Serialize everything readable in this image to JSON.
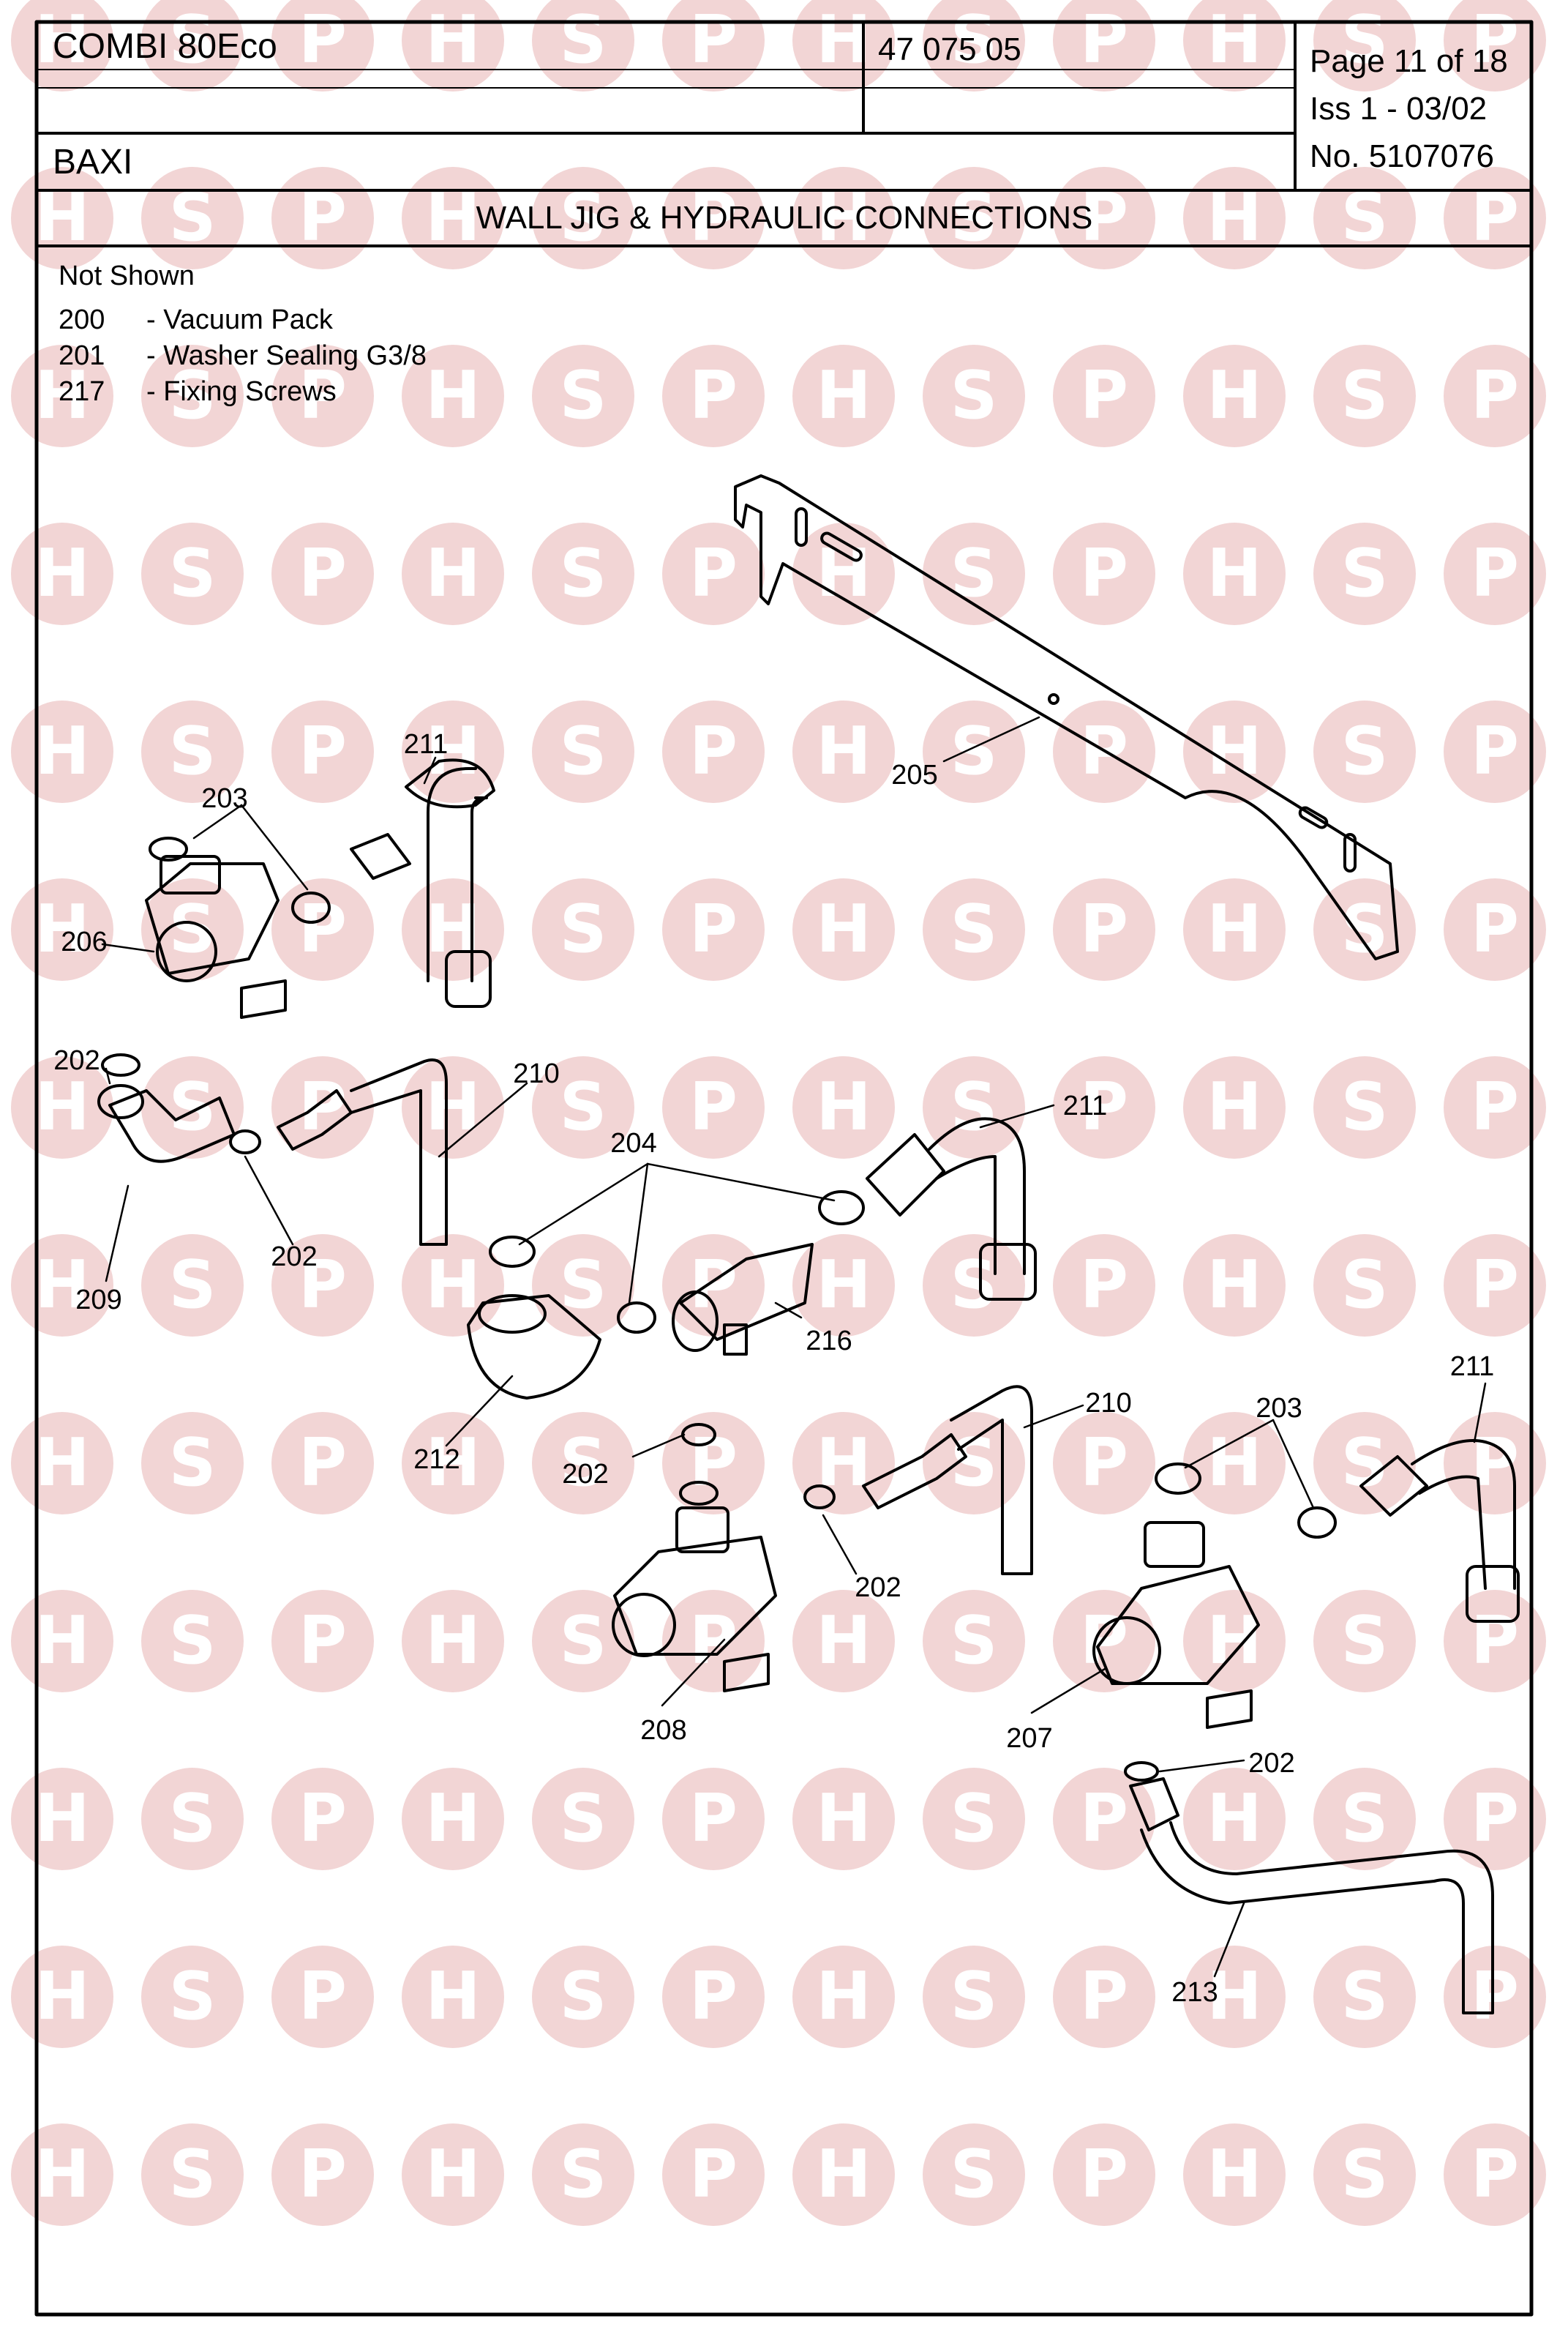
{
  "header": {
    "model": "COMBI 80Eco",
    "code": "47 075 05",
    "page": "Page 11 of 18",
    "issue": "Iss 1 - 03/02",
    "number": "No. 5107076",
    "brand": "BAXI"
  },
  "title": "WALL JIG & HYDRAULIC CONNECTIONS",
  "not_shown": {
    "heading": "Not Shown",
    "items": [
      {
        "code": "200",
        "desc": "- Vacuum Pack"
      },
      {
        "code": "201",
        "desc": "- Washer Sealing G3/8"
      },
      {
        "code": "217",
        "desc": "- Fixing Screws"
      }
    ]
  },
  "watermark": {
    "letters": [
      "H",
      "S",
      "P"
    ],
    "color": "#f2d5d5",
    "letter_color": "#ffffff"
  },
  "callouts": [
    "211",
    "203",
    "206",
    "205",
    "202",
    "210",
    "204",
    "211",
    "202",
    "209",
    "216",
    "212",
    "202",
    "210",
    "203",
    "211",
    "202",
    "208",
    "207",
    "202",
    "213"
  ]
}
